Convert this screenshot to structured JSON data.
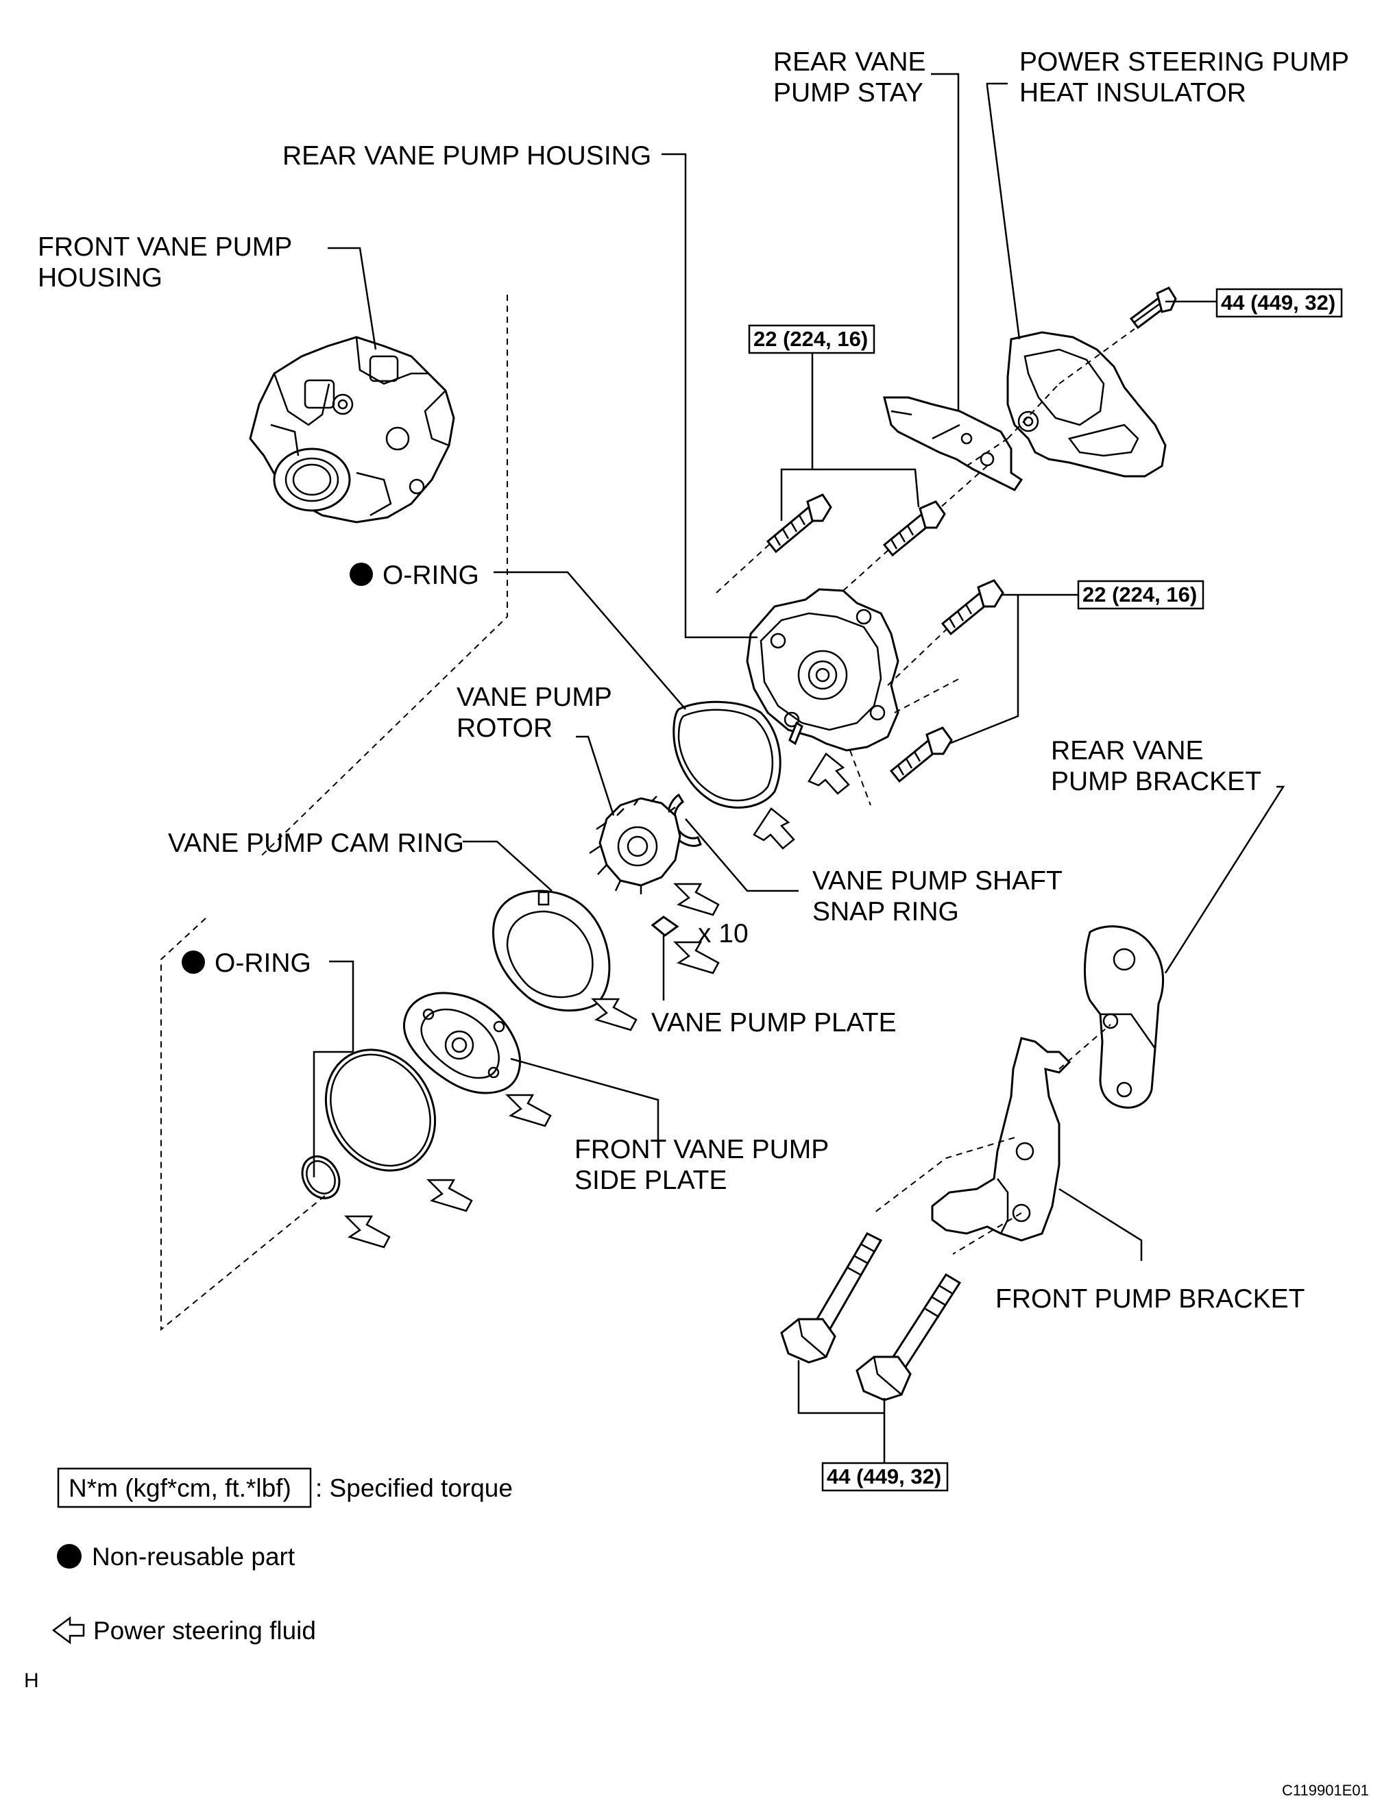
{
  "labels": {
    "rear_vane_pump_stay_1": "REAR VANE",
    "rear_vane_pump_stay_2": "PUMP STAY",
    "ps_pump_heat_insulator_1": "POWER STEERING PUMP",
    "ps_pump_heat_insulator_2": "HEAT INSULATOR",
    "rear_vane_pump_housing": "REAR VANE PUMP HOUSING",
    "front_vane_pump_housing_1": "FRONT VANE PUMP",
    "front_vane_pump_housing_2": "HOUSING",
    "o_ring_upper": "O-RING",
    "vane_pump_rotor_1": "VANE PUMP",
    "vane_pump_rotor_2": "ROTOR",
    "rear_vane_pump_bracket_1": "REAR VANE",
    "rear_vane_pump_bracket_2": "PUMP BRACKET",
    "vane_pump_cam_ring": "VANE PUMP CAM RING",
    "vane_pump_shaft_snap_ring_1": "VANE PUMP SHAFT",
    "vane_pump_shaft_snap_ring_2": "SNAP RING",
    "quantity": "x 10",
    "o_ring_lower": "O-RING",
    "vane_pump_plate": "VANE PUMP PLATE",
    "front_vane_pump_side_plate_1": "FRONT VANE PUMP",
    "front_vane_pump_side_plate_2": "SIDE PLATE",
    "front_pump_bracket": "FRONT PUMP BRACKET"
  },
  "torques": {
    "insulator_bolt": "44 (449, 32)",
    "stay_bolts": "22 (224, 16)",
    "housing_bolts": "22 (224, 16)",
    "bracket_bolts": "44 (449, 32)"
  },
  "legend": {
    "torque_unit": "N*m (kgf*cm, ft.*lbf)",
    "torque_desc": ": Specified torque",
    "non_reusable": "Non-reusable part",
    "fluid": "Power steering fluid"
  },
  "page_marker": "H",
  "figure_code": "C119901E01"
}
